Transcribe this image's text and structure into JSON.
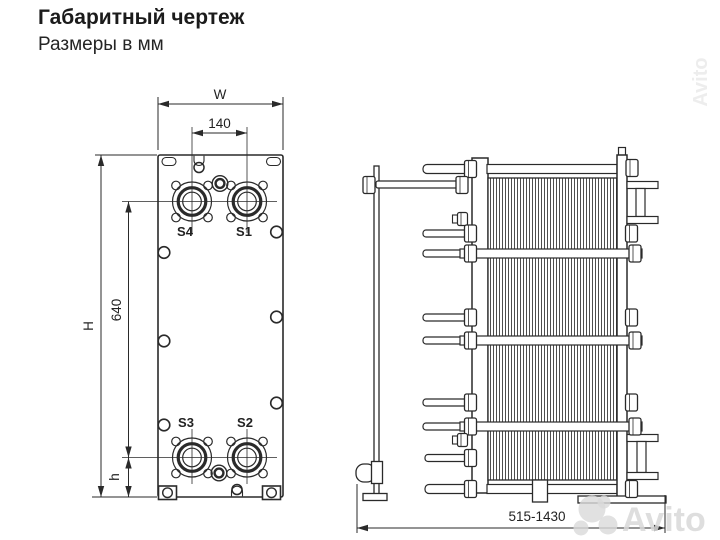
{
  "header": {
    "title": "Габаритный чертеж",
    "subtitle": "Размеры в мм"
  },
  "front_view": {
    "dims": {
      "width": "W",
      "port_spacing_horizontal": "140",
      "height_overall": "H",
      "port_spacing_vertical": "640",
      "foot_height": "h"
    },
    "ports": {
      "top_left": "S4",
      "top_right": "S1",
      "bottom_left": "S3",
      "bottom_right": "S2"
    }
  },
  "side_view": {
    "dims": {
      "length_range": "515-1430"
    }
  },
  "watermark": {
    "brand": "Avito"
  },
  "colors": {
    "line": "#2a2a2a",
    "watermark": "#d9d9d9"
  }
}
